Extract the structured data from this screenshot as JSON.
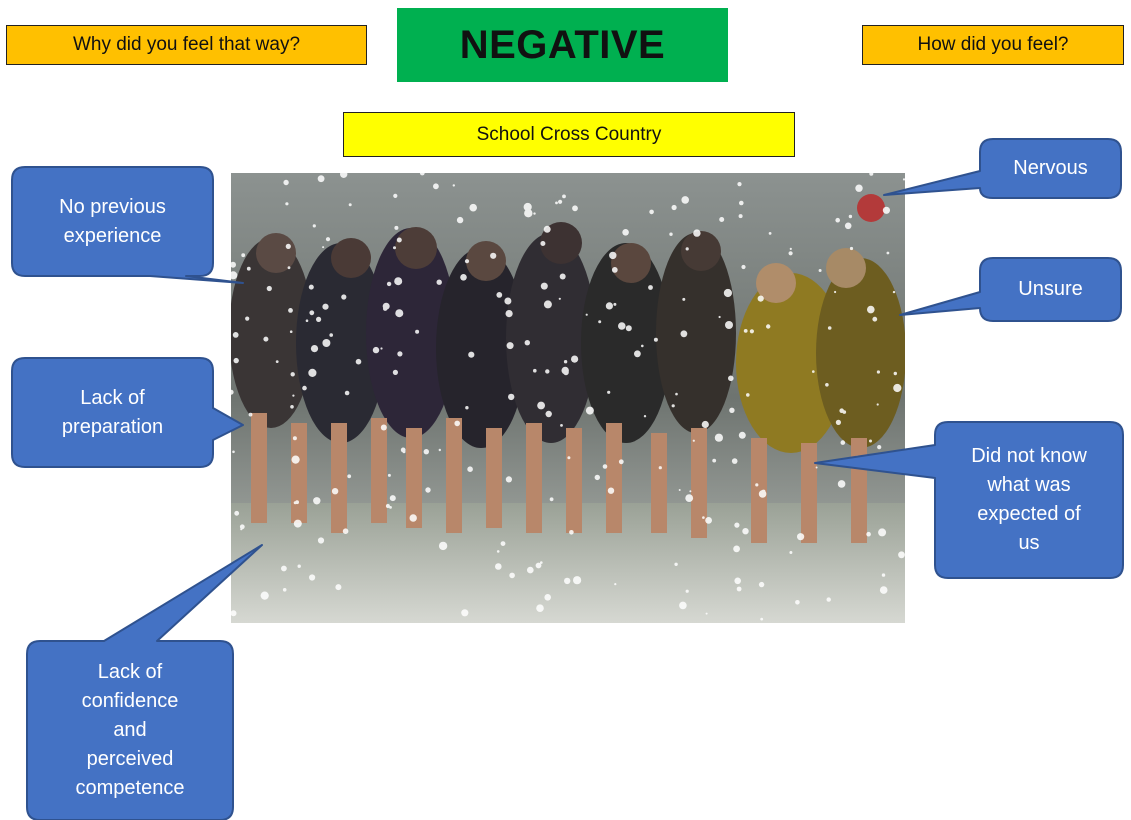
{
  "header": {
    "left_prompt": "Why did you feel that way?",
    "title": "NEGATIVE",
    "right_prompt": "How did you feel?"
  },
  "subtitle": "School Cross Country",
  "photo": {
    "description_icon": "snow-race-photo"
  },
  "callouts": {
    "no_previous": "No previous\nexperience",
    "lack_prep": "Lack of\npreparation",
    "lack_conf": "Lack of\nconfidence\nand\nperceived\ncompetence",
    "nervous": "Nervous",
    "unsure": "Unsure",
    "not_know": "Did not know\nwhat was\nexpected of\nus"
  },
  "colors": {
    "prompt_box": "#ffc000",
    "title_box": "#00b050",
    "subtitle_box": "#ffff00",
    "callout_fill": "#4472c4",
    "callout_border": "#2f528f"
  }
}
